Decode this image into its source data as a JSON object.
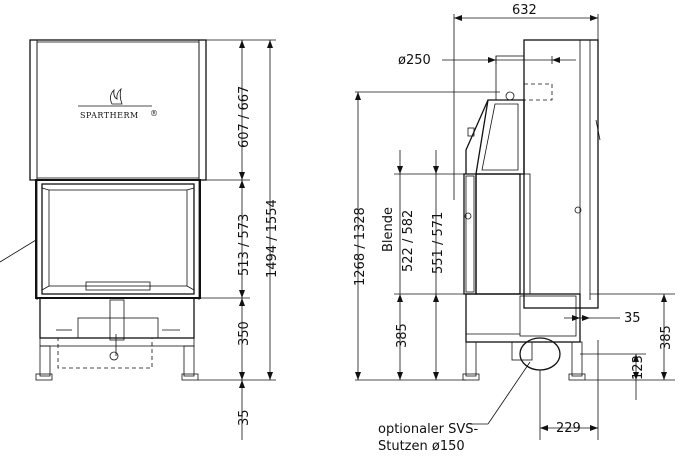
{
  "brand": {
    "logo_text": "SPARTHERM"
  },
  "front_view": {
    "dims": {
      "door_upper": "607 / 667",
      "glass": "513 / 573",
      "base": "350",
      "total": "1494 / 1554",
      "feet": "35"
    }
  },
  "side_view": {
    "dims": {
      "depth": "632",
      "flue": "ø250",
      "height_left": "1268 / 1328",
      "blende_label": "Blende",
      "blende_value": "522 / 582",
      "opening": "551 / 571",
      "bottom_left": "385",
      "right_gap": "35",
      "right_total": "385",
      "svs_height": "123",
      "svs_offset": "229"
    },
    "caption_line1": "optionaler SVS-",
    "caption_line2": "Stutzen ø150"
  }
}
